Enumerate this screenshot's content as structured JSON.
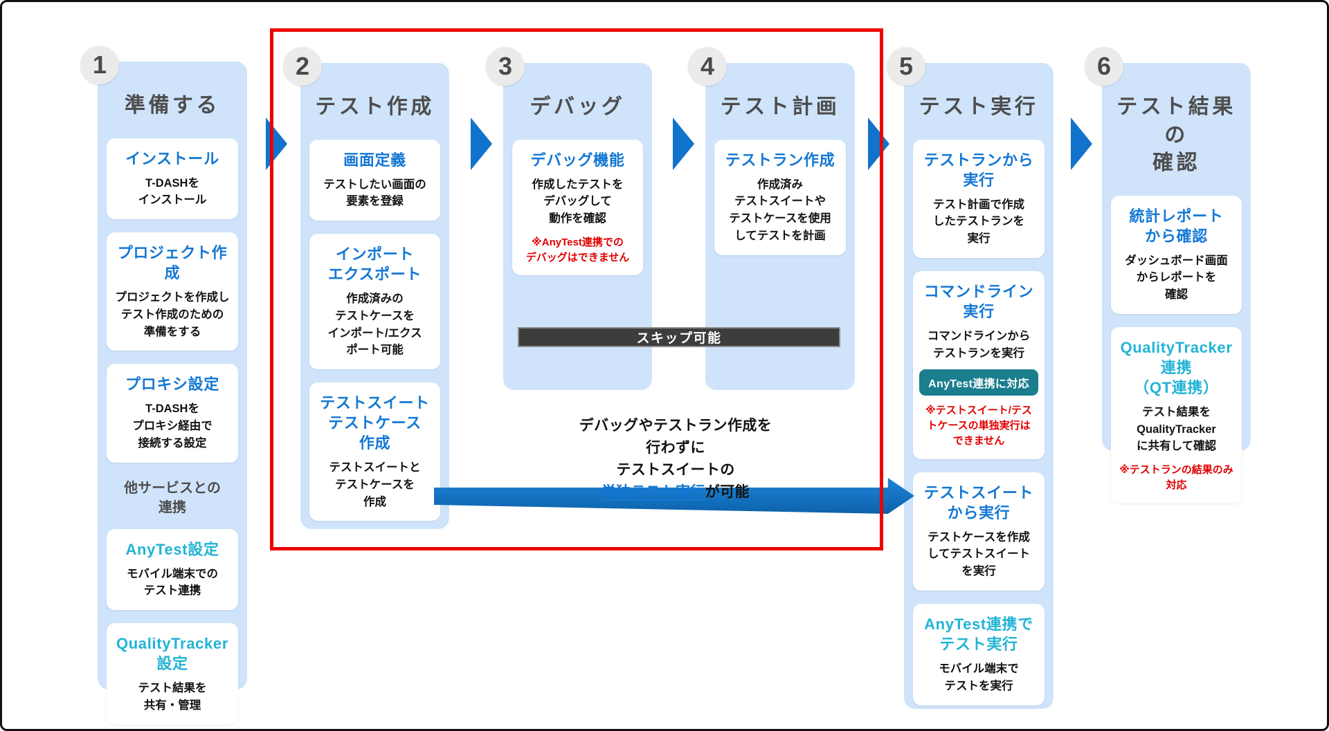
{
  "columns": [
    {
      "number": "1",
      "title": "準備する",
      "items": [
        {
          "kind": "card",
          "title": "インストール",
          "title_color": "blue",
          "body": "T-DASHを\nインストール"
        },
        {
          "kind": "card",
          "title": "プロジェクト作成",
          "title_color": "blue",
          "body": "プロジェクトを作成し\nテスト作成のための\n準備をする"
        },
        {
          "kind": "card",
          "title": "プロキシ設定",
          "title_color": "blue",
          "body": "T-DASHを\nプロキシ経由で\n接続する設定"
        },
        {
          "kind": "label",
          "text": "他サービスとの\n連携"
        },
        {
          "kind": "card",
          "title": "AnyTest設定",
          "title_color": "cyan",
          "body": "モバイル端末での\nテスト連携"
        },
        {
          "kind": "card",
          "title": "QualityTracker\n設定",
          "title_color": "cyan",
          "body": "テスト結果を\n共有・管理"
        }
      ]
    },
    {
      "number": "2",
      "title": "テスト作成",
      "items": [
        {
          "kind": "card",
          "title": "画面定義",
          "title_color": "blue",
          "body": "テストしたい画面の\n要素を登録"
        },
        {
          "kind": "card",
          "title": "インポート\nエクスポート",
          "title_color": "blue",
          "body": "作成済みの\nテストケースを\nインポート/エクス\nポート可能"
        },
        {
          "kind": "card",
          "title": "テストスイート\nテストケース\n作成",
          "title_color": "blue",
          "body": "テストスイートと\nテストケースを\n作成"
        }
      ]
    },
    {
      "number": "3",
      "title": "デバッグ",
      "items": [
        {
          "kind": "card",
          "title": "デバッグ機能",
          "title_color": "blue",
          "body": "作成したテストを\nデバッグして\n動作を確認",
          "note": "※AnyTest連携での\nデバッグはできません"
        }
      ]
    },
    {
      "number": "4",
      "title": "テスト計画",
      "items": [
        {
          "kind": "card",
          "title": "テストラン作成",
          "title_color": "blue",
          "body": "作成済み\nテストスイートや\nテストケースを使用\nしてテストを計画"
        }
      ]
    },
    {
      "number": "5",
      "title": "テスト実行",
      "items": [
        {
          "kind": "card",
          "title": "テストランから\n実行",
          "title_color": "blue",
          "body": "テスト計画で作成\nしたテストランを\n実行"
        },
        {
          "kind": "card",
          "title": "コマンドライン\n実行",
          "title_color": "blue",
          "body": "コマンドラインから\nテストランを実行",
          "badge": "AnyTest連携に対応",
          "note": "※テストスイート/テス\nトケースの単独実行は\nできません"
        },
        {
          "kind": "card",
          "title": "テストスイート\nから実行",
          "title_color": "blue",
          "body": "テストケースを作成\nしてテストスイート\nを実行"
        },
        {
          "kind": "card",
          "title": "AnyTest連携で\nテスト実行",
          "title_color": "cyan",
          "body": "モバイル端末で\nテストを実行"
        }
      ]
    },
    {
      "number": "6",
      "title": "テスト結果の\n確認",
      "items": [
        {
          "kind": "card",
          "title": "統計レポート\nから確認",
          "title_color": "blue",
          "body": "ダッシュボード画面\nからレポートを\n確認"
        },
        {
          "kind": "card",
          "title": "QualityTracker\n連携\n（QT連携）",
          "title_color": "cyan",
          "body": "テスト結果を\nQualityTracker\nに共有して確認",
          "note": "※テストランの結果のみ\n対応"
        }
      ]
    }
  ],
  "skip_banner": {
    "label": "スキップ可能"
  },
  "center_note": {
    "lines": [
      "デバッグやテストラン作成を",
      "行わずに",
      "テストスイートの"
    ],
    "link_text": "単独テスト実行",
    "suffix": "が可能"
  },
  "colors": {
    "column_bg": "#cfe4fa",
    "card_title_blue": "#1377d4",
    "card_title_cyan": "#23b3d6",
    "note_red": "#e00000",
    "badge_teal": "#1a7e8d",
    "arrow_blue": "#1173cb",
    "banner_bg": "#3d3d3d",
    "highlight_red": "#ee0000"
  }
}
